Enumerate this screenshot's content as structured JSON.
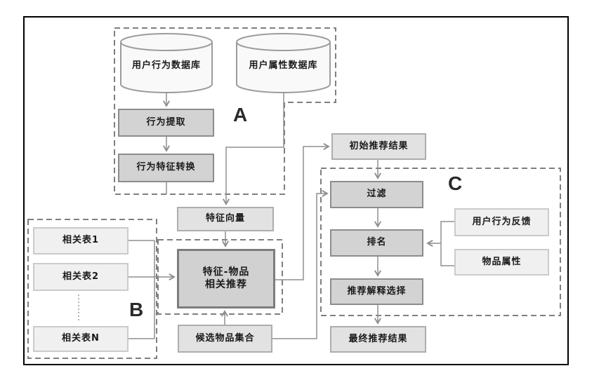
{
  "diagram_title": "recommendation-pipeline-flowchart",
  "regions": {
    "a": {
      "label": "A"
    },
    "b": {
      "label": "B"
    },
    "c": {
      "label": "C"
    }
  },
  "databases": {
    "user_behavior": {
      "label": "用户行为数据库"
    },
    "user_attribute": {
      "label": "用户属性数据库"
    }
  },
  "nodes": {
    "behavior_extract": {
      "label": "行为提取"
    },
    "feature_convert": {
      "label": "行为特征转换"
    },
    "feature_vector": {
      "label": "特征向量"
    },
    "feature_item_rec": {
      "label": "特征-物品\n相关推荐"
    },
    "candidate_items": {
      "label": "候选物品集合"
    },
    "initial_results": {
      "label": "初始推荐结果"
    },
    "filter": {
      "label": "过滤"
    },
    "ranking": {
      "label": "排名"
    },
    "explanation_select": {
      "label": "推荐解释选择"
    },
    "final_results": {
      "label": "最终推荐结果"
    },
    "related_table_1": {
      "label": "相关表1"
    },
    "related_table_2": {
      "label": "相关表2"
    },
    "related_table_n": {
      "label": "相关表N"
    },
    "user_feedback": {
      "label": "用户行为反馈"
    },
    "item_attributes": {
      "label": "物品属性"
    }
  },
  "colors": {
    "frame": "#000000",
    "line": "#8f8f8f",
    "dashed_border": "#7f7f7f",
    "box_medium_fill": "#d3d3d3",
    "box_medium_border": "#8c8c8c",
    "box_light_fill": "#e2e2e2",
    "box_light_border": "#adadad",
    "box_lighter_fill": "#f0f0f0",
    "box_lighter_border": "#cbcbcb",
    "cylinder_fill": "#f9f9f9",
    "cylinder_border": "#9c9c9c",
    "text": "#1a1a1a"
  }
}
